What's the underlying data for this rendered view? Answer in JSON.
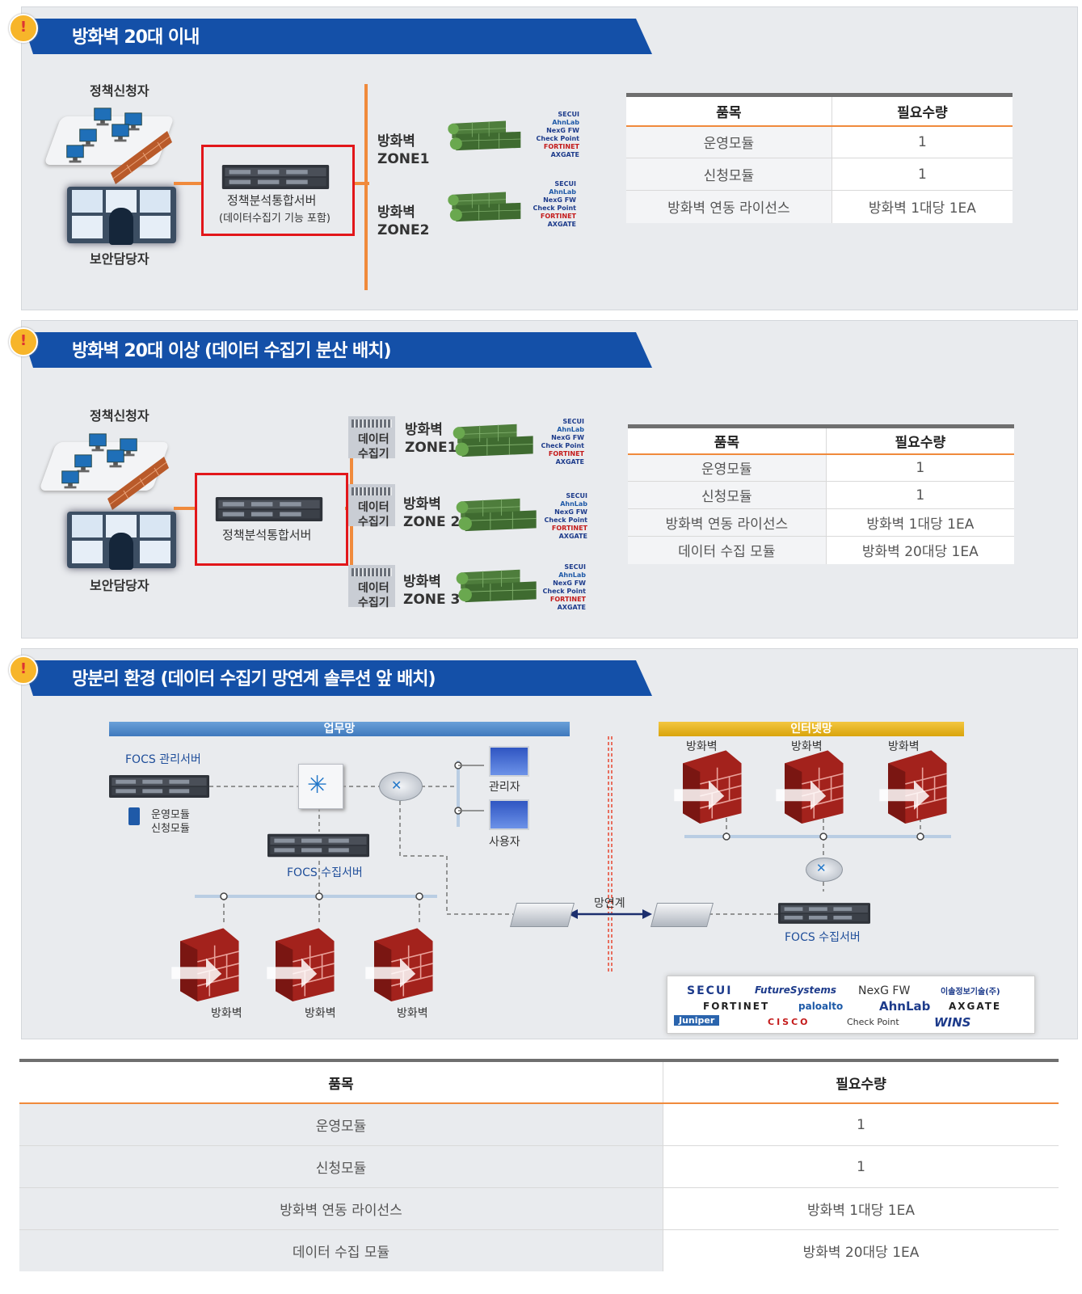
{
  "sections": [
    {
      "title": "방화벽 20대 이내",
      "requester_label": "정책신청자",
      "officer_label": "보안담당자",
      "server_label_1": "정책분석통합서버",
      "server_label_2": "(데이터수집기 기능 포함)",
      "zones": [
        {
          "line1": "방화벽",
          "line2": "ZONE1"
        },
        {
          "line1": "방화벽",
          "line2": "ZONE2"
        }
      ],
      "table": {
        "headers": [
          "품목",
          "필요수량"
        ],
        "rows": [
          [
            "운영모듈",
            "1"
          ],
          [
            "신청모듈",
            "1"
          ],
          [
            "방화벽 연동 라이선스",
            "방화벽 1대당 1EA"
          ]
        ]
      }
    },
    {
      "title": "방화벽 20대 이상 (데이터 수집기 분산 배치)",
      "requester_label": "정책신청자",
      "officer_label": "보안담당자",
      "server_label_1": "정책분석통합서버",
      "collector_line1": "데이터",
      "collector_line2": "수집기",
      "zones": [
        {
          "line1": "방화벽",
          "line2": "ZONE1"
        },
        {
          "line1": "방화벽",
          "line2": "ZONE 2"
        },
        {
          "line1": "방화벽",
          "line2": "ZONE 3"
        }
      ],
      "table": {
        "headers": [
          "품목",
          "필요수량"
        ],
        "rows": [
          [
            "운영모듈",
            "1"
          ],
          [
            "신청모듈",
            "1"
          ],
          [
            "방화벽 연동 라이선스",
            "방화벽 1대당 1EA"
          ],
          [
            "데이터 수집 모듈",
            "방화벽 20대당 1EA"
          ]
        ]
      }
    },
    {
      "title": "망분리 환경 (데이터 수집기 망연계 솔루션 앞 배치)",
      "work_net": "업무망",
      "internet_net": "인터넷망",
      "mgmt_server": "FOCS 관리서버",
      "module_1": "운영모듈",
      "module_2": "신청모듈",
      "collect_server": "FOCS 수집서버",
      "collect_server_inet": "FOCS 수집서버",
      "admin": "관리자",
      "user": "사용자",
      "link": "망연계",
      "firewall": "방화벽"
    }
  ],
  "vendor_brands": [
    "SECUI",
    "AhnLab",
    "NexG FW",
    "Check Point",
    "FORTINET",
    "AXGATE"
  ],
  "logo_brands": [
    "SECUI",
    "FutureSystems",
    "NexG FW",
    "이솔정보기술(주)",
    "FORTINET",
    "paloalto",
    "AhnLab",
    "AXGATE",
    "Juniper",
    "CISCO",
    "Check Point",
    "WINS"
  ],
  "bottom_table": {
    "headers": [
      "품목",
      "필요수량"
    ],
    "rows": [
      [
        "운영모듈",
        "1"
      ],
      [
        "신청모듈",
        "1"
      ],
      [
        "방화벽 연동 라이선스",
        "방화벽 1대당 1EA"
      ],
      [
        "데이터 수집 모듈",
        "방화벽 20대당 1EA"
      ]
    ]
  },
  "colors": {
    "banner": "#1450a8",
    "accent": "#f08a3c",
    "highlight": "#e2161a",
    "firewall": "#b82a24"
  }
}
